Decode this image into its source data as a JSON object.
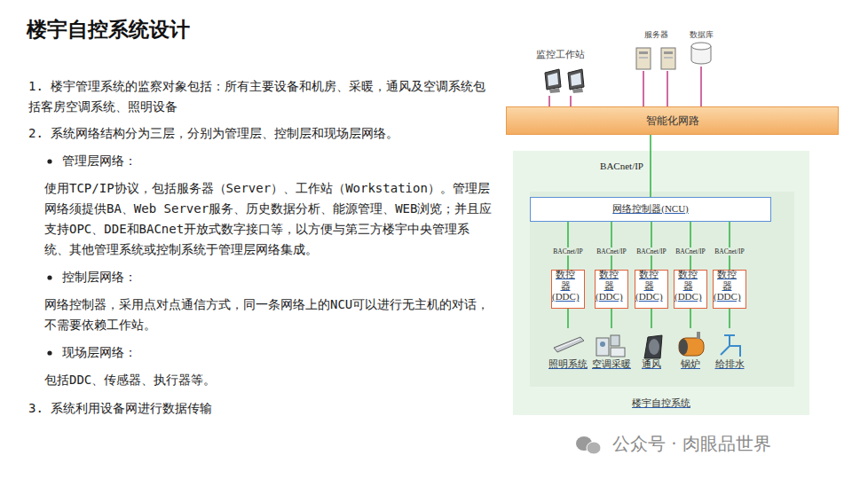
{
  "diagram": {
    "title": "楼宇自控系统设计",
    "nodes": [
      {
        "text": [
          "监控工作站"
        ]
      },
      {
        "text": [
          "服务器"
        ]
      },
      {
        "text": [
          "数据库"
        ]
      },
      {
        "text": [
          "智能化网路"
        ]
      },
      {
        "text": [
          "楼宇自控系统"
        ]
      },
      {
        "text": [
          "网络控制器(NCU)"
        ],
        "in": 4
      },
      {
        "text": [
          "数控器 (DDC)"
        ],
        "in": 4
      },
      {
        "text": [
          "数控器 (DDC)"
        ],
        "in": 4
      },
      {
        "text": [
          "数控器 (DDC)"
        ],
        "in": 4
      },
      {
        "text": [
          "数控器 (DDC)"
        ],
        "in": 4
      },
      {
        "text": [
          "数控器 (DDC)"
        ],
        "in": 4
      },
      {
        "text": [
          "照明系统"
        ],
        "in": 4
      },
      {
        "text": [
          "空调采暖"
        ],
        "in": 4
      },
      {
        "text": [
          "通风"
        ],
        "in": 4
      },
      {
        "text": [
          "锅炉"
        ],
        "in": 4
      },
      {
        "text": [
          "给排水"
        ],
        "in": 4
      }
    ],
    "edges": [
      {
        "from": 0,
        "to": 3,
        "arrow": "none"
      },
      {
        "from": 1,
        "to": 3,
        "arrow": "none"
      },
      {
        "from": 2,
        "to": 3,
        "arrow": "none"
      },
      {
        "from": 3,
        "to": 5,
        "label": "BACnet/IP",
        "arrow": "none"
      },
      {
        "from": 5,
        "to": 6,
        "label": "BACnet/IP",
        "arrow": "none"
      },
      {
        "from": 5,
        "to": 7,
        "label": "BACnet/IP",
        "arrow": "none"
      },
      {
        "from": 5,
        "to": 8,
        "label": "BACnet/IP",
        "arrow": "none"
      },
      {
        "from": 5,
        "to": 9,
        "label": "BACnet/IP",
        "arrow": "none"
      },
      {
        "from": 5,
        "to": 10,
        "label": "BACnet/IP",
        "arrow": "none"
      },
      {
        "from": 6,
        "to": 11,
        "arrow": "none"
      },
      {
        "from": 7,
        "to": 12,
        "arrow": "none"
      },
      {
        "from": 8,
        "to": 13,
        "arrow": "none"
      },
      {
        "from": 9,
        "to": 14,
        "arrow": "none"
      },
      {
        "from": 10,
        "to": 15,
        "arrow": "none"
      }
    ],
    "labels": [
      "1. 楼宇管理系统的监察对象包括：所有主要设备和机房、采暖，通风及空调系统包括客房空调系统、照明设备",
      "2. 系统网络结构分为三层，分别为管理层、控制层和现场层网络。",
      "管理层网络：",
      "使用TCP/IP协议，包括服务器（Server）、工作站（Workstation）。管理层网络须提供BA、Web Server服务、历史数据分析、能源管理、WEB浏览；并且应支持OPC、DDE和BACnet开放式数字接口等，以方便与第三方楼宇中央管理系统、其他管理系统或控制系统于管理层网络集成。",
      "控制层网络：",
      "网络控制器，采用点对点通信方式，同一条网络上的NCU可以进行无主机的对话，不需要依赖工作站。",
      "现场层网络：",
      "包括DDC、传感器、执行器等。",
      "3. 系统利用设备网进行数据传输",
      "公众号 · 肉眼品世界"
    ]
  }
}
